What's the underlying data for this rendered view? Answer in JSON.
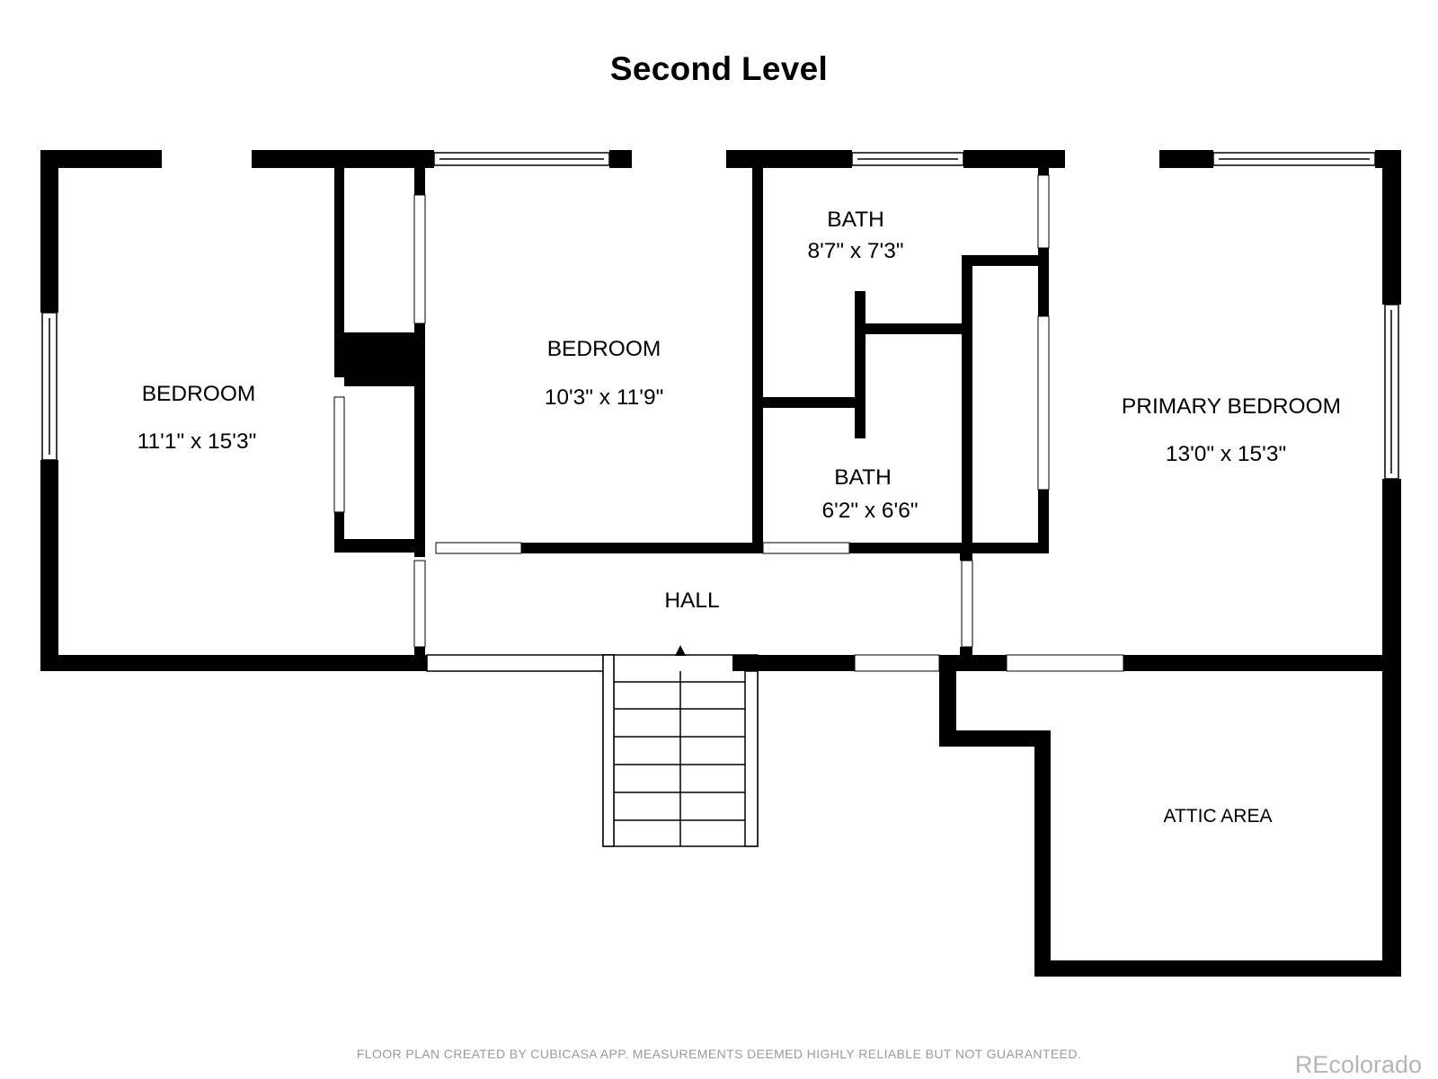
{
  "title": "Second Level",
  "rooms": {
    "bedroom_left": {
      "name": "BEDROOM",
      "dims": "11'1\" x 15'3\""
    },
    "bedroom_center": {
      "name": "BEDROOM",
      "dims": "10'3\" x 11'9\""
    },
    "bath_upper": {
      "name": "BATH",
      "dims": "8'7\" x 7'3\""
    },
    "bath_lower": {
      "name": "BATH",
      "dims": "6'2\" x 6'6\""
    },
    "primary_bedroom": {
      "name": "PRIMARY BEDROOM",
      "dims": "13'0\" x 15'3\""
    },
    "hall": {
      "name": "HALL"
    },
    "attic": {
      "name": "ATTIC AREA"
    }
  },
  "footer": "FLOOR PLAN CREATED BY CUBICASA APP. MEASUREMENTS DEEMED HIGHLY RELIABLE BUT NOT GUARANTEED.",
  "brand": "REcolorado"
}
